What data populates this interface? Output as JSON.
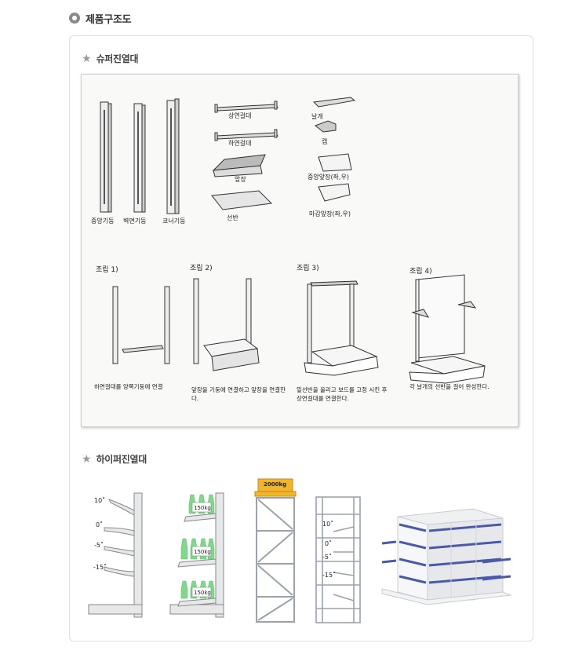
{
  "page": {
    "title": "제품구조도"
  },
  "super_section": {
    "title": "슈퍼진열대",
    "parts": {
      "columns": [
        "중앙기둥",
        "벽면기둥",
        "코너기둥"
      ],
      "beams": [
        "상연걸대",
        "하연걸대"
      ],
      "front_plate": "앞장",
      "shelf": "선반",
      "bracket": "날개",
      "cap": "캡",
      "center_side": "중앙앞장(좌,우)",
      "end_side": "마감앞장(좌,우)"
    },
    "steps": [
      {
        "label": "조립 1)",
        "desc": "하연걸대를 양쪽기둥에 연결"
      },
      {
        "label": "조립 2)",
        "desc": "앞장을 기둥에 연결하고 앞장을 연결한다."
      },
      {
        "label": "조립 3)",
        "desc": "밑선반을 올리고 보드를 고정 시킨 후 상연걸대를 연결한다."
      },
      {
        "label": "조립 4)",
        "desc": "각 날개의 선반을 걸어 완성한다."
      }
    ]
  },
  "high_section": {
    "title": "하이퍼진열대",
    "angles_a": [
      "10˚",
      "0˚",
      "-5˚",
      "-15˚"
    ],
    "load_shelves": [
      "150kg",
      "150kg",
      "150kg"
    ],
    "pallet_load": "2000kg",
    "angles_b": [
      "10˚",
      "0˚",
      "-5˚",
      "-15˚"
    ]
  },
  "colors": {
    "card_border": "#dedede",
    "bottle_green": "#7ed98a",
    "pallet_yellow": "#f2b52a",
    "rack_blue": "#4a5aa8"
  }
}
